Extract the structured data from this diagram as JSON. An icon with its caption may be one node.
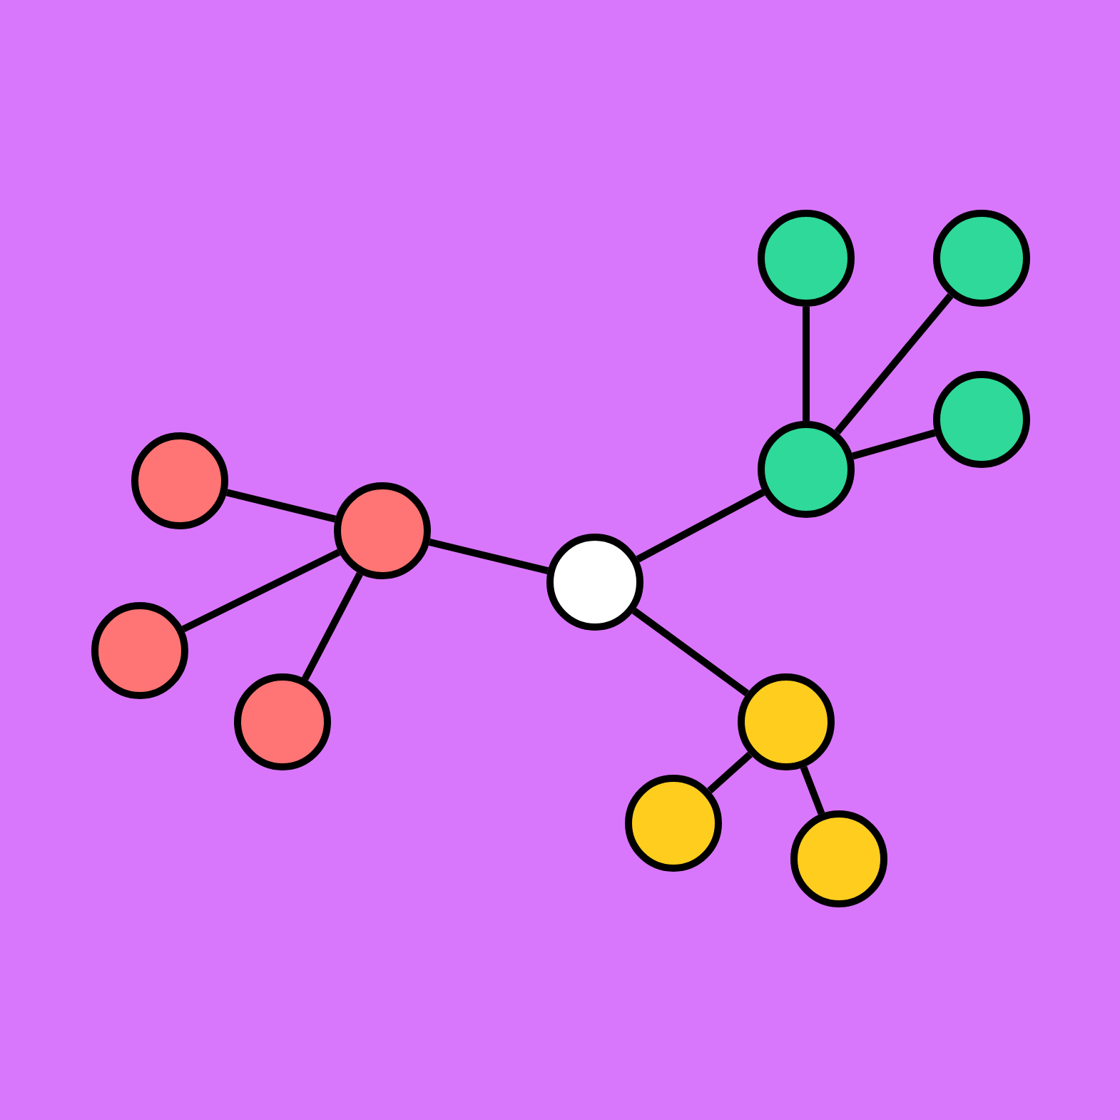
{
  "diagram": {
    "nodes": [
      {
        "text": [],
        "shape": "circle"
      },
      {
        "text": [],
        "shape": "circle"
      },
      {
        "text": [],
        "shape": "circle"
      },
      {
        "text": [],
        "shape": "circle"
      },
      {
        "text": [],
        "shape": "circle"
      },
      {
        "text": [],
        "shape": "circle"
      },
      {
        "text": [],
        "shape": "circle"
      },
      {
        "text": [],
        "shape": "circle"
      },
      {
        "text": [],
        "shape": "circle"
      },
      {
        "text": [],
        "shape": "circle"
      },
      {
        "text": [],
        "shape": "circle"
      },
      {
        "text": [],
        "shape": "circle"
      }
    ],
    "edges": [
      {
        "from": 6,
        "to": 5,
        "arrow": "none"
      },
      {
        "from": 6,
        "to": 3,
        "arrow": "none"
      },
      {
        "from": 6,
        "to": 8,
        "arrow": "none"
      },
      {
        "from": 5,
        "to": 4,
        "arrow": "none"
      },
      {
        "from": 5,
        "to": 7,
        "arrow": "none"
      },
      {
        "from": 5,
        "to": 9,
        "arrow": "none"
      },
      {
        "from": 3,
        "to": 0,
        "arrow": "none"
      },
      {
        "from": 3,
        "to": 1,
        "arrow": "none"
      },
      {
        "from": 3,
        "to": 2,
        "arrow": "none"
      },
      {
        "from": 8,
        "to": 10,
        "arrow": "none"
      },
      {
        "from": 8,
        "to": 11,
        "arrow": "none"
      }
    ]
  }
}
